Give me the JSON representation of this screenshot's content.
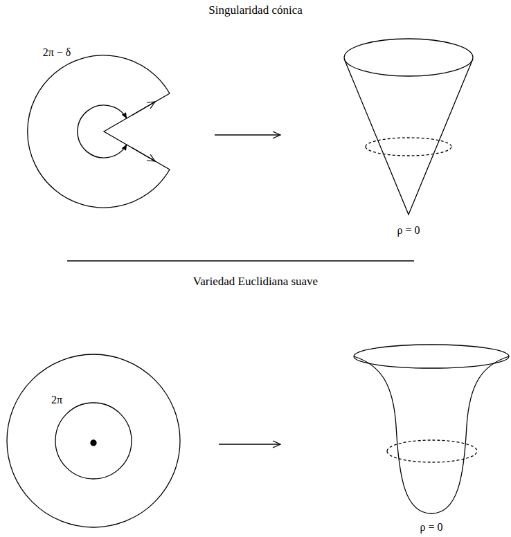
{
  "diagram": {
    "labels": [
      "Singularidad cónica",
      "2π − δ",
      "ρ = 0",
      "Variedad Euclidiana suave",
      "2π",
      "ρ = 0"
    ]
  }
}
